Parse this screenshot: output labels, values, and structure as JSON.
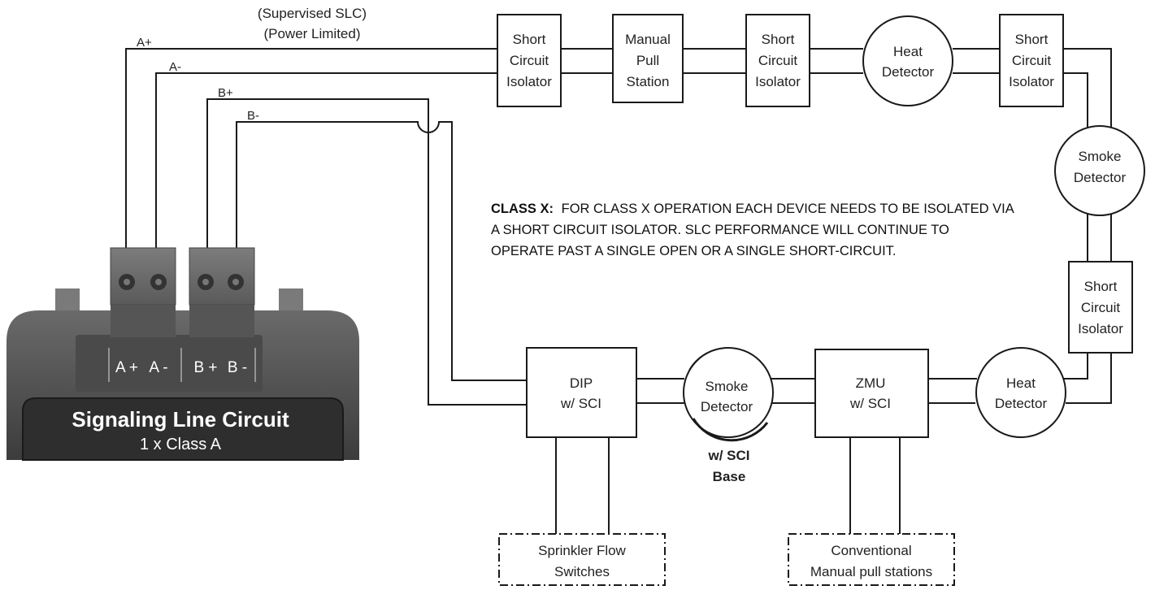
{
  "wiring": {
    "supervised_label": "(Supervised SLC)",
    "power_label": "(Power Limited)",
    "a_plus": "A+",
    "a_minus": "A-",
    "b_plus": "B+",
    "b_minus": "B-"
  },
  "devices": {
    "sci_top_1": [
      "Short",
      "Circuit",
      "Isolator"
    ],
    "manual_pull": [
      "Manual",
      "Pull",
      "Station"
    ],
    "sci_top_2": [
      "Short",
      "Circuit",
      "Isolator"
    ],
    "heat_top": [
      "Heat",
      "Detector"
    ],
    "sci_top_3": [
      "Short",
      "Circuit",
      "Isolator"
    ],
    "smoke_right": [
      "Smoke",
      "Detector"
    ],
    "sci_right": [
      "Short",
      "Circuit",
      "Isolator"
    ],
    "heat_bottom": [
      "Heat",
      "Detector"
    ],
    "zmu": [
      "ZMU",
      "w/ SCI"
    ],
    "smoke_bottom": [
      "Smoke",
      "Detector"
    ],
    "smoke_base": [
      "w/ SCI",
      "Base"
    ],
    "dip": [
      "DIP",
      "w/ SCI"
    ],
    "sprinkler": [
      "Sprinkler Flow",
      "Switches"
    ],
    "conventional": [
      "Conventional",
      "Manual pull stations"
    ]
  },
  "note": {
    "heading": "CLASS X:",
    "line1": "FOR CLASS X OPERATION EACH DEVICE NEEDS TO BE ISOLATED VIA",
    "line2": "A SHORT CIRCUIT ISOLATOR. SLC PERFORMANCE WILL CONTINUE TO",
    "line3": "OPERATE PAST A SINGLE OPEN OR A SINGLE SHORT-CIRCUIT."
  },
  "panel": {
    "terminal_label_a_plus": "A +",
    "terminal_label_a_minus": "A -",
    "terminal_label_b_plus": "B +",
    "terminal_label_b_minus": "B -",
    "title": "Signaling Line Circuit",
    "subtitle": "1 x Class A"
  }
}
